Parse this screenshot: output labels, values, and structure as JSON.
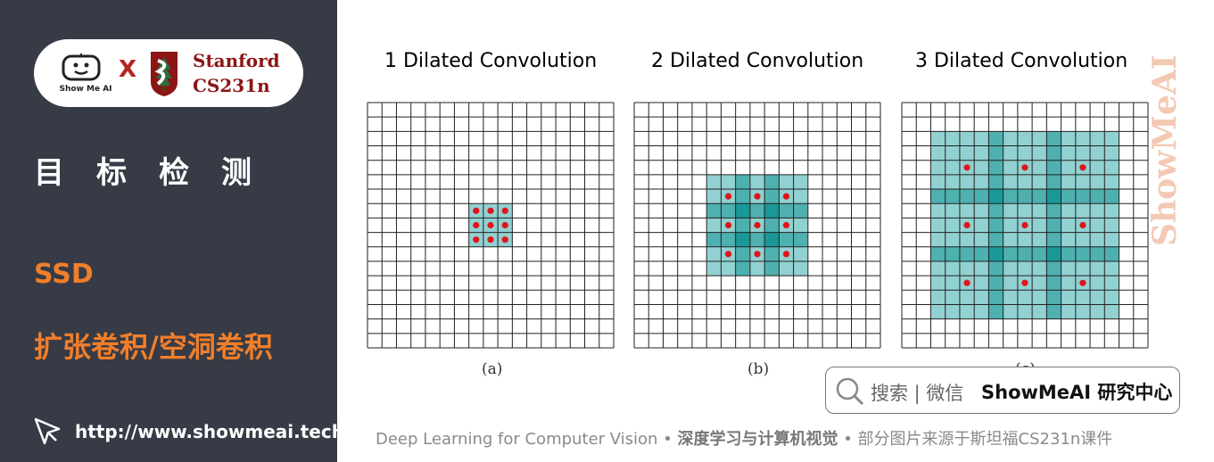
{
  "sidebar": {
    "brand_small": "Show Me AI",
    "brand_x": "X",
    "stanford": "Stanford",
    "course": "CS231n",
    "section_title": "目标检测",
    "topic_main": "SSD",
    "topic_sub": "扩张卷积/空洞卷积",
    "url": "http://www.showmeai.tech/"
  },
  "figure": {
    "panels": [
      {
        "title": "1 Dilated Convolution",
        "caption": "(a)"
      },
      {
        "title": "2 Dilated Convolution",
        "caption": "(b)"
      },
      {
        "title": "3 Dilated Convolution",
        "caption": "(c)"
      }
    ],
    "colors": {
      "light_teal": "#92d1d1",
      "mid_teal": "#4fb0b0",
      "dark_teal": "#1a9898",
      "dot": "#e0141c"
    }
  },
  "search_badge": {
    "label": "搜索 | 微信",
    "brand": "ShowMeAI 研究中心"
  },
  "footer": {
    "part1": "Deep Learning for Computer Vision",
    "sep": " • ",
    "part2": "深度学习与计算机视觉",
    "part3": "部分图片来源于斯坦福CS231n课件"
  },
  "watermark": "ShowMeAI"
}
